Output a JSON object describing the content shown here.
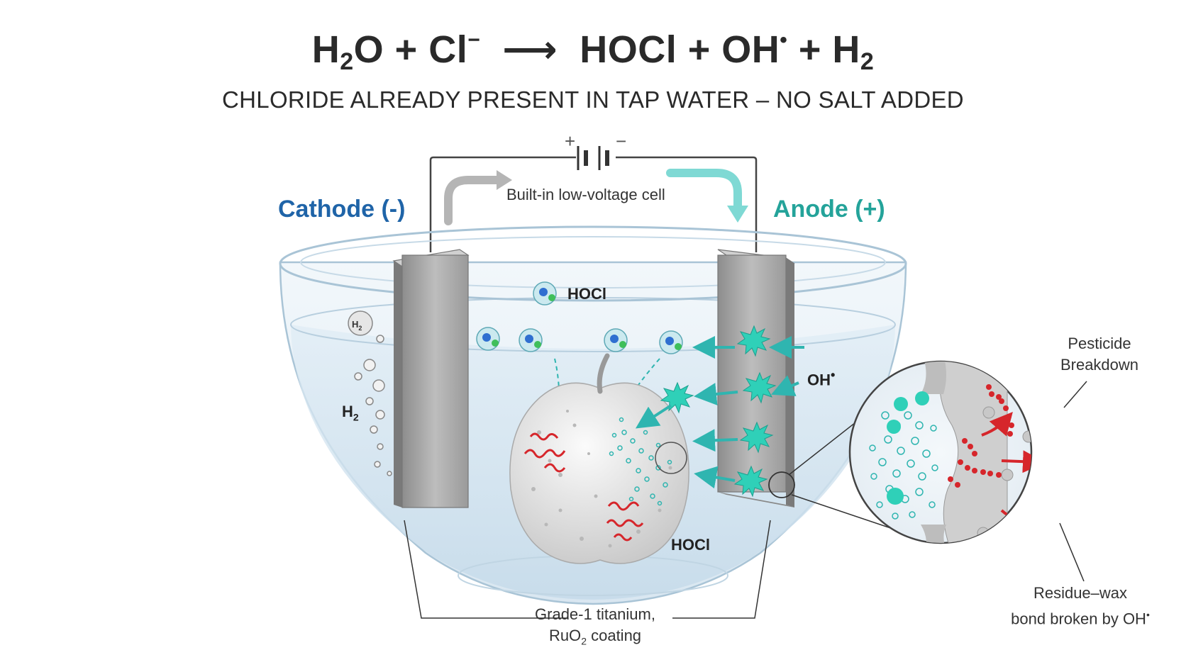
{
  "equation": {
    "reactant_1": "H",
    "reactant_1_sub": "2",
    "reactant_1_rest": "O",
    "plus_1": "+",
    "reactant_2": "Cl",
    "reactant_2_sup": "−",
    "arrow": "⟶",
    "product_1": "HOCl",
    "plus_2": "+",
    "product_2": "OH",
    "product_2_sup": "•",
    "plus_3": "+",
    "product_3": "H",
    "product_3_sub": "2"
  },
  "subtitle": "CHLORIDE ALREADY PRESENT IN TAP WATER – NO SALT ADDED",
  "battery": {
    "plus": "+",
    "minus": "−",
    "label": "Built-in low-voltage cell"
  },
  "electrodes": {
    "cathode": "Cathode (-)",
    "anode": "Anode (+)"
  },
  "labels": {
    "hocl_top": "HOCl",
    "hocl_bottom": "HOCl",
    "oh_radical": "OH",
    "oh_radical_sup": "•",
    "h2_bubble": "H",
    "h2_bubble_sub": "2",
    "h2_label": "H",
    "h2_label_sub": "2"
  },
  "zoom": {
    "pesticide_line1": "Pesticide",
    "pesticide_line2": "Breakdown",
    "residue_line1": "Residue–wax",
    "residue_line2": "bond broken by OH",
    "residue_line2_sup": "•"
  },
  "material_note": {
    "line1": "Grade-1 titanium,",
    "line2_a": "RuO",
    "line2_sub": "2",
    "line2_b": " coating"
  },
  "colors": {
    "cathode_blue": "#1f64a8",
    "anode_teal": "#24a39a",
    "radical_teal": "#2fd0b8",
    "pesticide_red": "#d6262b",
    "hocl_green": "#3fbf5a",
    "hocl_blue": "#2f6fd0"
  }
}
